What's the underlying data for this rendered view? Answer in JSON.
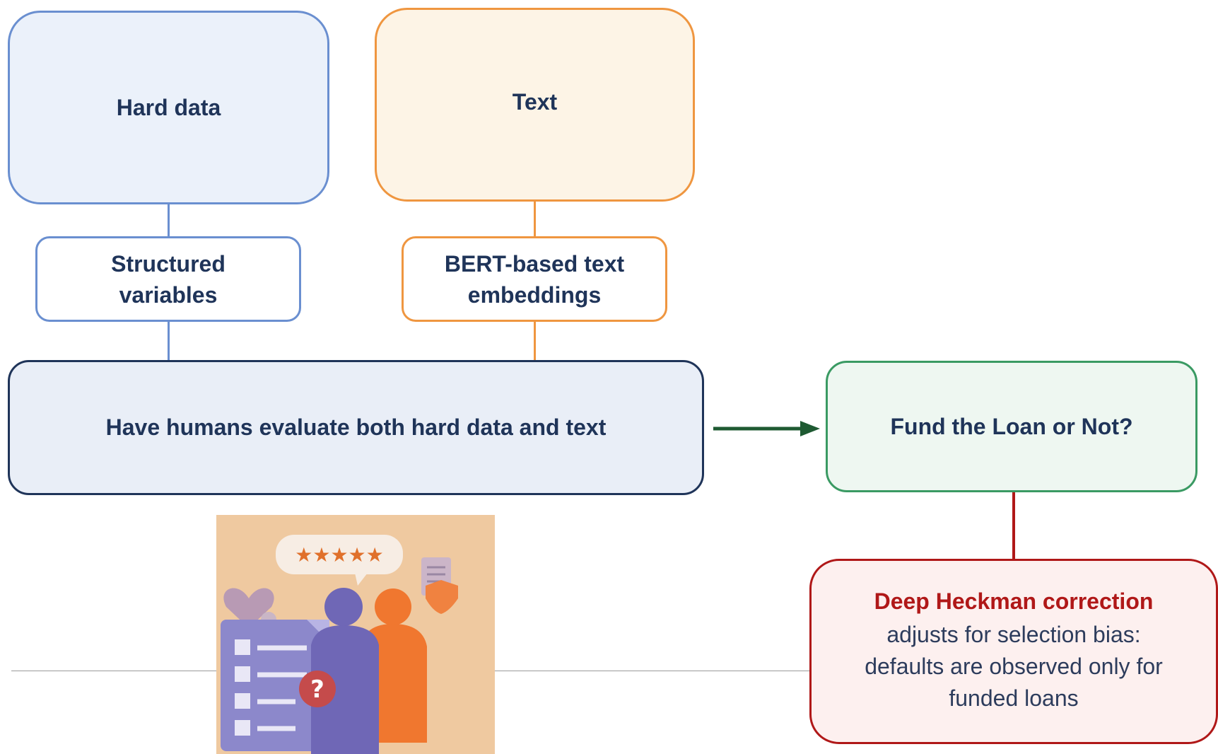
{
  "nodes": {
    "hard_data": "Hard data",
    "text": "Text",
    "structured": "Structured variables",
    "bert": "BERT-based text embeddings",
    "humans": "Have humans evaluate both hard data and text",
    "fund": "Fund the Loan or Not?",
    "heckman_title": "Deep Heckman correction",
    "heckman_desc": "adjusts for selection bias: defaults are observed only for funded loans"
  },
  "colors": {
    "navy_text": "#1f3459",
    "blue_accent": "#6a8fd0",
    "orange_accent": "#ef9640",
    "green_accent": "#3a9a63",
    "red_accent": "#b01818",
    "arrow": "#1e5a32"
  },
  "icons": [
    "review-stars-icon",
    "heart-check-icon",
    "checklist-icon",
    "question-mark-icon",
    "people-icon",
    "shield-document-icon"
  ]
}
